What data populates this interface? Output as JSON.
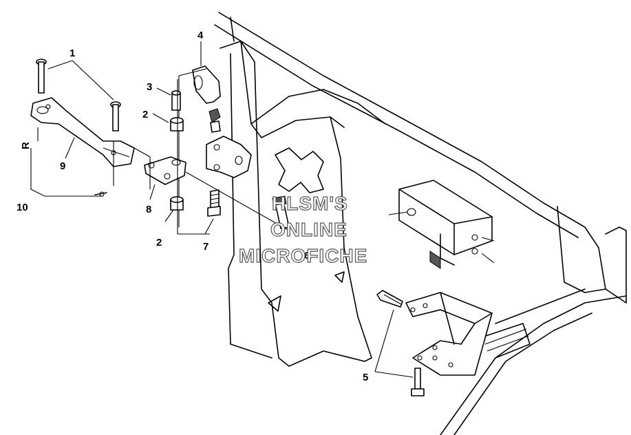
{
  "callouts": {
    "c1": "1",
    "c2a": "2",
    "c2b": "2",
    "c3": "3",
    "c4": "4",
    "c5": "5",
    "c6": "6",
    "c7": "7",
    "c8": "8",
    "c9": "9",
    "c10": "10",
    "cR": "R"
  },
  "watermark": {
    "line1": "HLSM'S",
    "line2": "ONLINE",
    "line3": "MICROFICHE"
  }
}
